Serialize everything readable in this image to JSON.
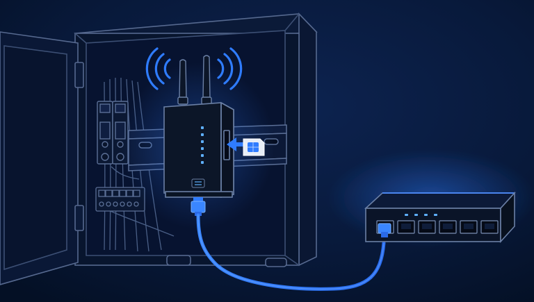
{
  "colors": {
    "background_deep": "#041025",
    "background_mid": "#0a1e44",
    "line": "#5a6f95",
    "line_dim": "#34476c",
    "accent_blue": "#2f7cff",
    "glow_blue": "#3d8bff",
    "led_blue": "#5fb0ff",
    "device_body": "#0c1628",
    "sim_card": "#e8eef7"
  },
  "icons": {
    "wifi_signal_left": "wifi-signal-left-icon",
    "wifi_signal_right": "wifi-signal-right-icon",
    "insert_arrow": "arrow-left-icon",
    "sim_card": "sim-card-icon"
  },
  "scene": {
    "router_led_count": 6,
    "switch_port_count": 6,
    "switch_led_count": 4,
    "terminal_block_count": 6
  }
}
